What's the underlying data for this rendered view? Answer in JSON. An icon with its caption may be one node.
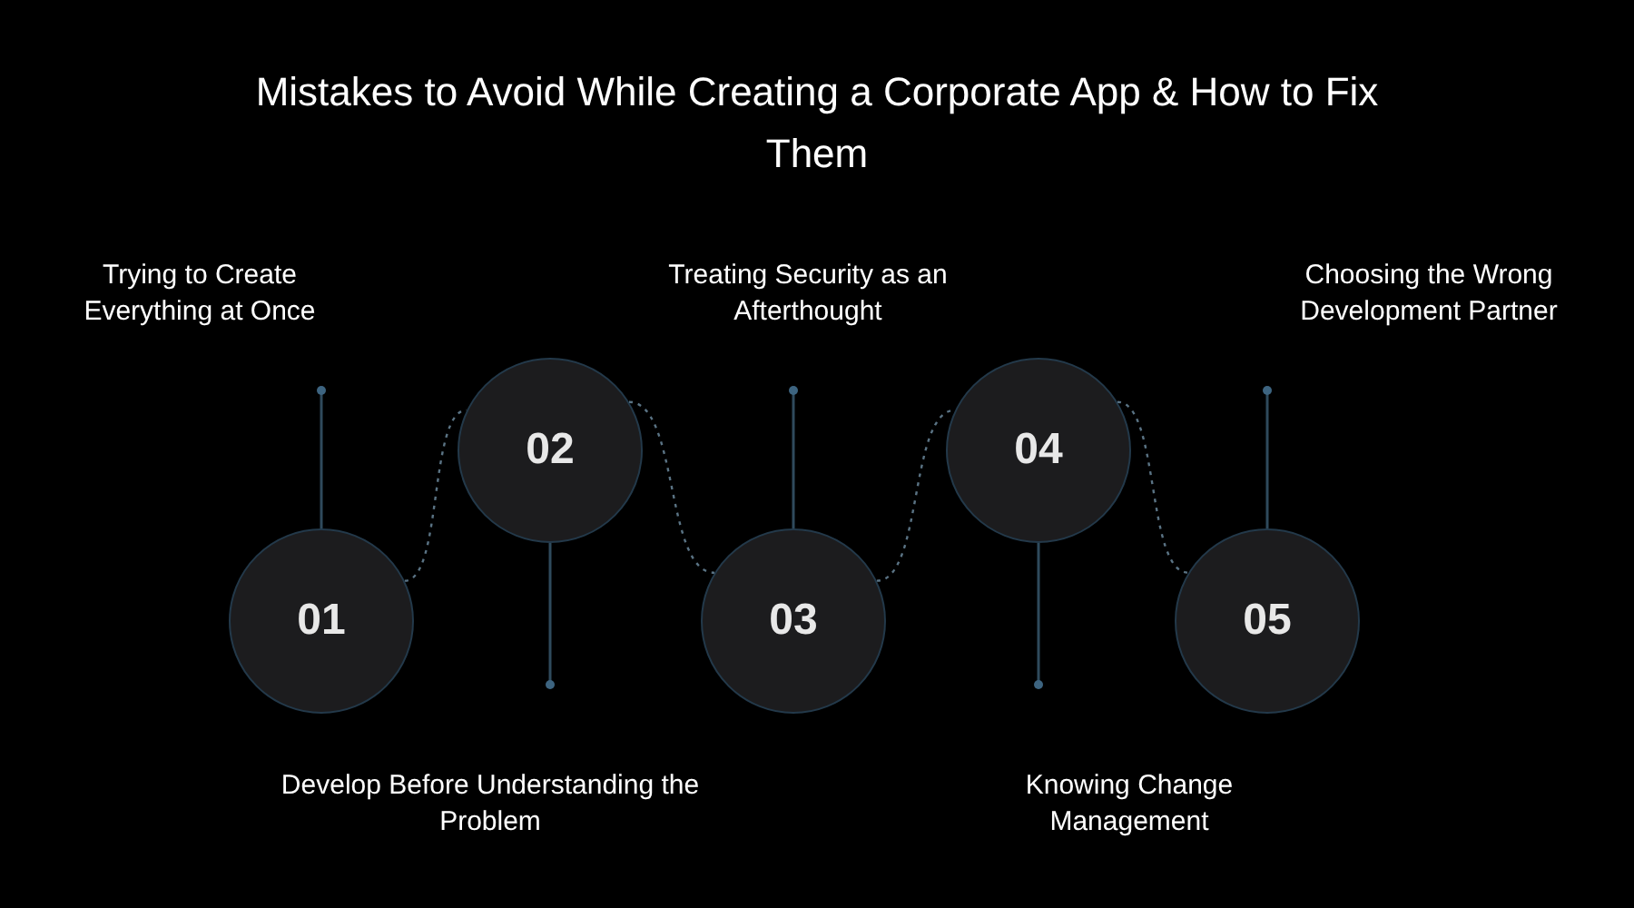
{
  "diagram": {
    "title": "Mistakes to Avoid While Creating a Corporate App & How to Fix Them",
    "nodes": [
      {
        "text": [
          "01"
        ]
      },
      {
        "text": [
          "02"
        ]
      },
      {
        "text": [
          "03"
        ]
      },
      {
        "text": [
          "04"
        ]
      },
      {
        "text": [
          "05"
        ]
      }
    ],
    "edges": [
      {
        "from": 0,
        "to": 1,
        "arrow": "none",
        "style": "dashed"
      },
      {
        "from": 1,
        "to": 2,
        "arrow": "none",
        "style": "dashed"
      },
      {
        "from": 2,
        "to": 3,
        "arrow": "none",
        "style": "dashed"
      },
      {
        "from": 3,
        "to": 4,
        "arrow": "none",
        "style": "dashed"
      }
    ],
    "labels": [
      "Trying to Create Everything at Once",
      "Treating Security as an Afterthought",
      "Choosing the Wrong Development Partner",
      "Develop Before Understanding the Problem",
      "Knowing Change Management"
    ]
  }
}
